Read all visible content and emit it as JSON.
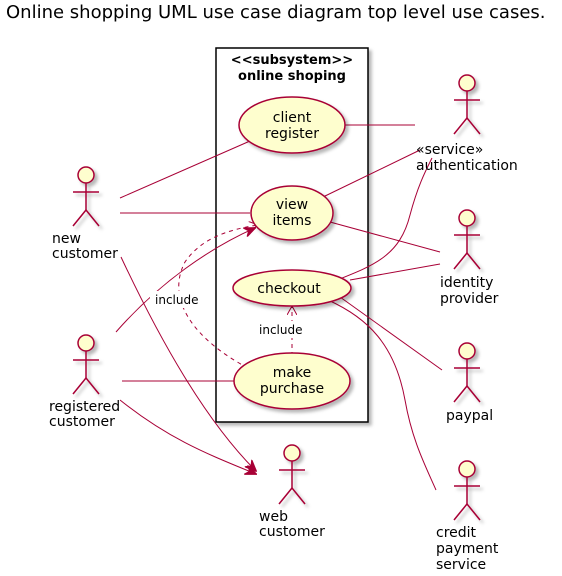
{
  "title": "Online shopping UML use case diagram top level use cases.",
  "subsystem": {
    "stereotype": "<<subsystem>>",
    "name": "online shoping"
  },
  "use_cases": {
    "client_register": [
      "client",
      "register"
    ],
    "view_items": [
      "view",
      "items"
    ],
    "checkout": [
      "checkout"
    ],
    "make_purchase": [
      "make",
      "purchase"
    ]
  },
  "actors": {
    "new_customer": [
      "new",
      "customer"
    ],
    "registered_customer": [
      "registered",
      "customer"
    ],
    "web_customer": [
      "web",
      "customer"
    ],
    "authentication": [
      "«service»",
      "authentication"
    ],
    "identity_provider": [
      "identity",
      "provider"
    ],
    "paypal": [
      "paypal"
    ],
    "credit_payment_service": [
      "credit",
      "payment",
      "service"
    ]
  },
  "relation_labels": {
    "include_view_items": "include",
    "include_checkout": "include"
  },
  "colors": {
    "use_case_fill": "#FEFECE",
    "use_case_stroke": "#A80036",
    "edge": "#A80036",
    "shadow": "#C8C8C8"
  }
}
